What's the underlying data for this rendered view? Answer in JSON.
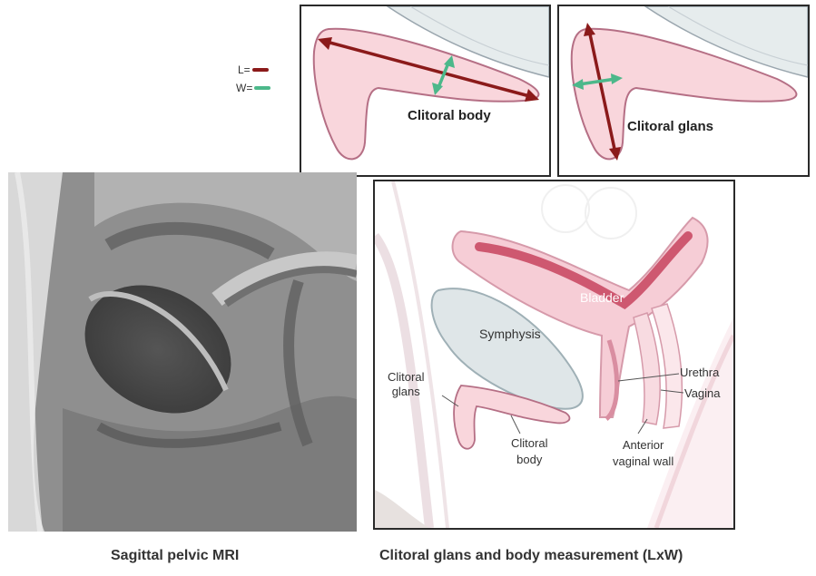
{
  "legend": {
    "length_label": "L=",
    "width_label": "W=",
    "length_color": "#8b1a1a",
    "width_color": "#4cb88a"
  },
  "insets": {
    "body_label": "Clitoral body",
    "glans_label": "Clitoral glans"
  },
  "anatomy": {
    "bladder": "Bladder",
    "symphysis": "Symphysis",
    "glans_line1": "Clitoral",
    "glans_line2": "glans",
    "body_line1": "Clitoral",
    "body_line2": "body",
    "urethra": "Urethra",
    "vagina": "Vagina",
    "wall_line1": "Anterior",
    "wall_line2": "vaginal wall"
  },
  "captions": {
    "left": "Sagittal pelvic MRI",
    "right": "Clitoral glans and body measurement (LxW)"
  }
}
